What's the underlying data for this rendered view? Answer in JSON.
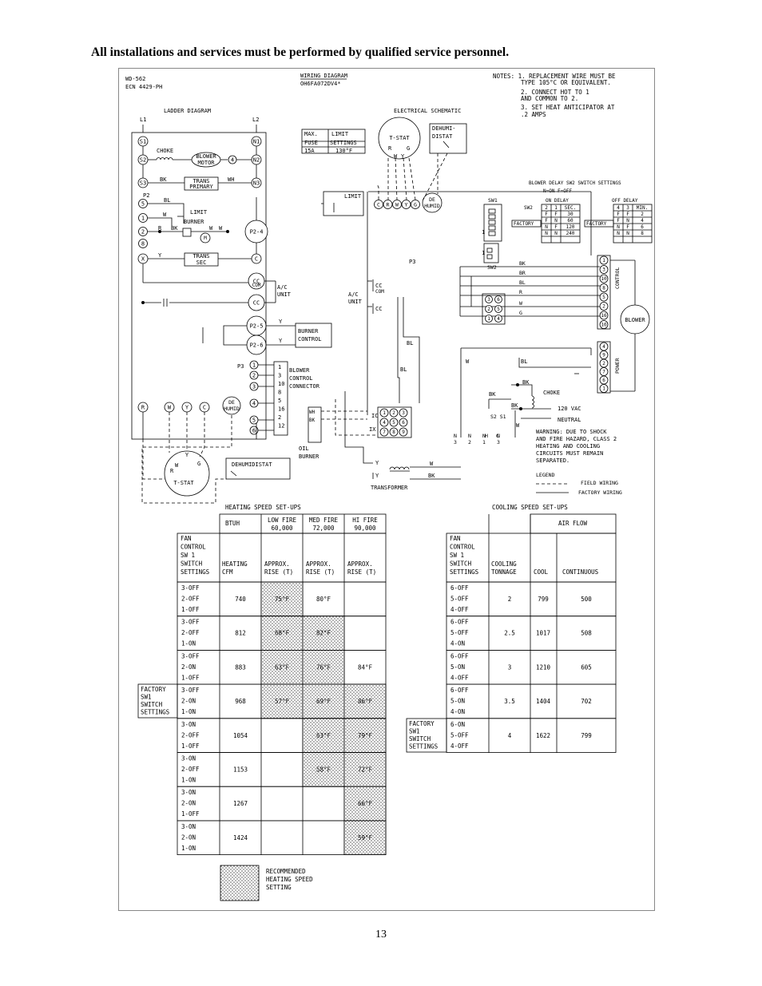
{
  "heading": "All installations and services must be performed by qualified service personnel.",
  "page_number": "13",
  "diagram": {
    "wd_number": "WD-562",
    "ecn": "ECN 4429-PH",
    "title": "WIRING DIAGRAM",
    "model": "OH6FA072DV4*",
    "notes": [
      "NOTES: 1. REPLACEMENT WIRE MUST BE",
      "TYPE 105°C OR EQUIVALENT.",
      "2. CONNECT HOT TO 1",
      "AND COMMON TO 2.",
      "3. SET HEAT ANTICIPATOR AT",
      ".2 AMPS"
    ],
    "ladder_title": "LADDER DIAGRAM",
    "schematic_title": "ELECTRICAL SCHEMATIC",
    "fuse_table": {
      "h1": "MAX.",
      "h2": "LIMIT",
      "h3": "FUSE",
      "h4": "SETTINGS",
      "v1": "15A",
      "v2": "130°F"
    },
    "labels": {
      "l1": "L1",
      "l2": "L2",
      "s1": "S1",
      "s2": "S2",
      "s3": "S3",
      "n1": "N1",
      "n2": "N2",
      "n3": "N3",
      "choke": "CHOKE",
      "blower": "BLOWER",
      "motor": "MOTOR",
      "four": "4",
      "bk": "BK",
      "wh": "WH",
      "trans": "TRANS",
      "primary": "PRIMARY",
      "p2": "P2",
      "bl": "BL",
      "w": "W",
      "r": "R",
      "limit": "LIMIT",
      "burner": "BURNER",
      "m": "M",
      "p2_4": "P2-4",
      "x": "X",
      "y": "Y",
      "sec": "SEC",
      "c": "C",
      "cc": "CC",
      "com": "COM",
      "ac_unit": "A/C",
      "unit": "UNIT",
      "p2_5": "P2-5",
      "p2_6": "P2-6",
      "burner_control": "BURNER",
      "control": "CONTROL",
      "p3": "P3",
      "bcc1": "BLOWER",
      "bcc2": "CONTROL",
      "bcc3": "CONNECTOR",
      "g": "G",
      "de": "DE",
      "humid": "HUMID",
      "tstat": "T-STAT",
      "dehumidistat": "DEHUMIDISTAT",
      "dehumi": "DEHUMI-",
      "distat": "DISTAT",
      "sw1": "SW1",
      "sw2": "SW2",
      "one": "1",
      "br": "BR",
      "control_v": "CONTROL",
      "blower_r": "BLOWER",
      "power_v": "POWER",
      "choke_r": "CHOKE",
      "vac": "120 VAC",
      "neutral": "NEUTRAL",
      "s2s1": "S2 S1",
      "oil": "OIL",
      "oil_burner": "BURNER",
      "transformer": "TRANSFORMER",
      "ix": "IX",
      "ic": "IC",
      "warning": [
        "WARNING: DUE TO SHOCK",
        "AND FIRE HAZARD, CLASS 2",
        "HEATING AND COOLING",
        "CIRCUITS MUST REMAIN",
        "SEPARATED."
      ],
      "legend": "LEGEND",
      "field": "FIELD WIRING",
      "factory": "FACTORY WIRING"
    },
    "sw2_table": {
      "title": "BLOWER DELAY SW2 SWITCH SETTINGS",
      "subtitle": "N=ON F=OFF",
      "on_delay": "ON DELAY",
      "off_delay": "OFF DELAY",
      "sw2": "SW2",
      "factory": "FACTORY",
      "on_head": [
        "2",
        "1",
        "SEC."
      ],
      "on_rows": [
        [
          "F",
          "F",
          "30"
        ],
        [
          "F",
          "N",
          "60"
        ],
        [
          "N",
          "F",
          "120"
        ],
        [
          "N",
          "N",
          "240"
        ]
      ],
      "off_head": [
        "4",
        "3",
        "MIN."
      ],
      "off_rows": [
        [
          "F",
          "F",
          "2"
        ],
        [
          "F",
          "N",
          "4"
        ],
        [
          "N",
          "F",
          "6"
        ],
        [
          "N",
          "N",
          "8"
        ]
      ]
    }
  },
  "heating": {
    "title": "HEATING SPEED SET-UPS",
    "btuh": "BTUH",
    "fires": [
      [
        "LOW FIRE",
        "60,000"
      ],
      [
        "MED FIRE",
        "72,000"
      ],
      [
        "HI FIRE",
        "90,000"
      ]
    ],
    "col_head": [
      "FAN",
      "CONTROL",
      "SW 1",
      "SWITCH",
      "SETTINGS"
    ],
    "cfm_head": [
      "HEATING",
      "CFM"
    ],
    "rise_head": [
      "APPROX.",
      "RISE (T)"
    ],
    "factory_label": [
      "FACTORY",
      "SW1",
      "SWITCH",
      "SETTINGS"
    ],
    "rows": [
      {
        "sw": [
          "3-OFF",
          "2-OFF",
          "1-OFF"
        ],
        "cfm": "740",
        "low": "75°F",
        "med": "80°F",
        "hi": "",
        "shade": [
          true,
          false,
          false
        ]
      },
      {
        "sw": [
          "3-OFF",
          "2-OFF",
          "1-ON"
        ],
        "cfm": "812",
        "low": "68°F",
        "med": "82°F",
        "hi": "",
        "shade": [
          true,
          true,
          false
        ]
      },
      {
        "sw": [
          "3-OFF",
          "2-ON",
          "1-OFF"
        ],
        "cfm": "883",
        "low": "63°F",
        "med": "76°F",
        "hi": "84°F",
        "shade": [
          true,
          true,
          false
        ]
      },
      {
        "sw": [
          "3-OFF",
          "2-ON",
          "1-ON"
        ],
        "cfm": "968",
        "low": "57°F",
        "med": "69°F",
        "hi": "86°F",
        "shade": [
          true,
          true,
          true
        ]
      },
      {
        "sw": [
          "3-ON",
          "2-OFF",
          "1-OFF"
        ],
        "cfm": "1054",
        "low": "",
        "med": "63°F",
        "hi": "79°F",
        "shade": [
          false,
          true,
          true
        ]
      },
      {
        "sw": [
          "3-ON",
          "2-OFF",
          "1-ON"
        ],
        "cfm": "1153",
        "low": "",
        "med": "58°F",
        "hi": "72°F",
        "shade": [
          false,
          true,
          true
        ]
      },
      {
        "sw": [
          "3-ON",
          "2-ON",
          "1-OFF"
        ],
        "cfm": "1267",
        "low": "",
        "med": "",
        "hi": "66°F",
        "shade": [
          false,
          false,
          true
        ]
      },
      {
        "sw": [
          "3-ON",
          "2-ON",
          "1-ON"
        ],
        "cfm": "1424",
        "low": "",
        "med": "",
        "hi": "59°F",
        "shade": [
          false,
          false,
          true
        ]
      }
    ],
    "legend": [
      "RECOMMENDED",
      "HEATING SPEED",
      "SETTING"
    ]
  },
  "cooling": {
    "title": "COOLING SPEED SET-UPS",
    "air_flow": "AIR FLOW",
    "col_head": [
      "FAN",
      "CONTROL",
      "SW 1",
      "SWITCH",
      "SETTINGS"
    ],
    "tonnage_head": [
      "COOLING",
      "TONNAGE"
    ],
    "cool": "COOL",
    "continuous": "CONTINUOUS",
    "factory_label": [
      "FACTORY",
      "SW1",
      "SWITCH",
      "SETTINGS"
    ],
    "rows": [
      {
        "sw": [
          "6-OFF",
          "5-OFF",
          "4-OFF"
        ],
        "ton": "2",
        "cool": "799",
        "cont": "500"
      },
      {
        "sw": [
          "6-OFF",
          "5-OFF",
          "4-ON"
        ],
        "ton": "2.5",
        "cool": "1017",
        "cont": "508"
      },
      {
        "sw": [
          "6-OFF",
          "5-ON",
          "4-OFF"
        ],
        "ton": "3",
        "cool": "1210",
        "cont": "605"
      },
      {
        "sw": [
          "6-OFF",
          "5-ON",
          "4-ON"
        ],
        "ton": "3.5",
        "cool": "1404",
        "cont": "702"
      },
      {
        "sw": [
          "6-ON",
          "5-OFF",
          "4-OFF"
        ],
        "ton": "4",
        "cool": "1622",
        "cont": "799"
      }
    ]
  }
}
